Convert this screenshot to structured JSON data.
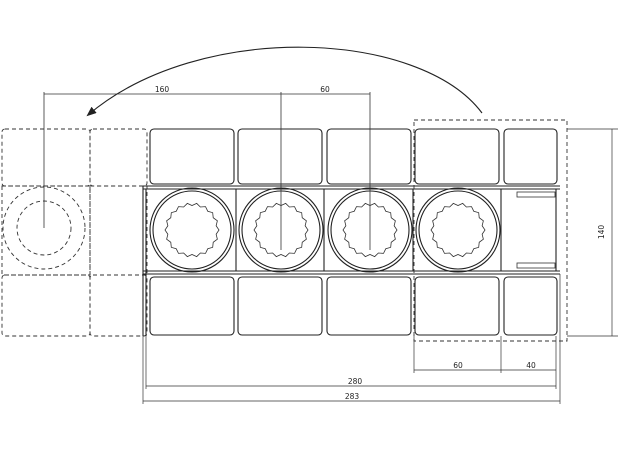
{
  "dimensions": {
    "d160": "160",
    "d60_top": "60",
    "d140": "140",
    "d60_bottom": "60",
    "d40": "40",
    "d280": "280",
    "d283": "283"
  }
}
